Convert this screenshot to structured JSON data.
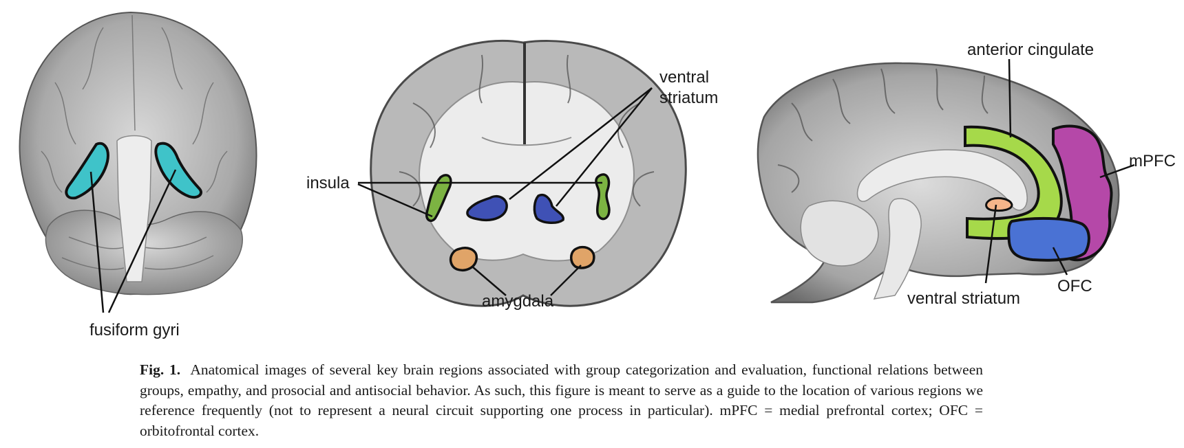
{
  "figure": {
    "panels": [
      {
        "view": "ventral view",
        "labels": [
          "fusiform gyri"
        ]
      },
      {
        "view": "coronal section",
        "labels": [
          "ventral",
          "striatum",
          "insula",
          "amygdala"
        ]
      },
      {
        "view": "sagittal view",
        "labels": [
          "anterior cingulate",
          "mPFC",
          "ventral striatum",
          "OFC"
        ]
      }
    ],
    "colors": {
      "fusiform": "#3fc3c9",
      "insula": "#7cb342",
      "ventral_striatum_coronal": "#3f51b5",
      "amygdala": "#e0a468",
      "anterior_cingulate": "#a6d94a",
      "mpfc": "#b548a8",
      "ofc": "#4a72d4",
      "ventral_striatum_sagittal": "#f5b58a"
    }
  },
  "caption": {
    "label": "Fig. 1.",
    "text": "Anatomical images of several key brain regions associated with group categorization and evaluation, functional relations between groups, empathy, and prosocial and antisocial behavior. As such, this figure is meant to serve as a guide to the location of various regions we reference frequently (not to represent a neural circuit supporting one process in particular). mPFC = medial prefrontal cortex; OFC = orbitofrontal cortex."
  }
}
